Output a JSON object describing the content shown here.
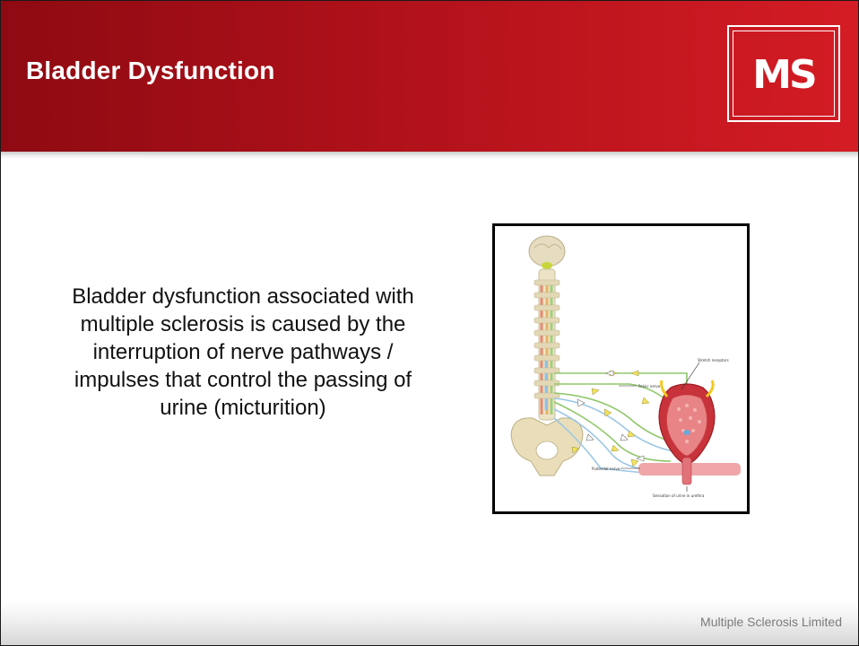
{
  "slide": {
    "title": "Bladder Dysfunction",
    "logo_text": "MS",
    "body_text": "Bladder dysfunction associated with multiple sclerosis is caused by the interruption of nerve pathways / impulses that control the passing of urine (micturition)",
    "footer_text": "Multiple Sclerosis Limited"
  },
  "figure": {
    "labels": {
      "stretch_receptors": "Stretch receptors",
      "pelvic_nerve": "Pelvic nerve",
      "pudendal_nerve": "Pudendal nerve",
      "sensation": "Sensation of urine in urethra"
    }
  },
  "colors": {
    "header_dark": "#8e0a12",
    "header_light": "#d41c24",
    "nerve_green": "#8fc76a",
    "nerve_blue": "#9cc7e6",
    "bladder_red": "#c8323a"
  }
}
